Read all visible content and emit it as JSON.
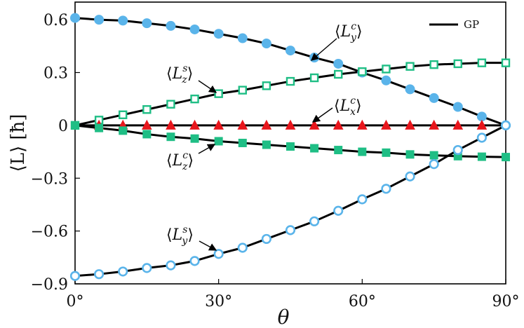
{
  "chart_data": {
    "type": "line",
    "title": "",
    "xlabel": "θ",
    "ylabel": "⟨L⟩ [ħ]",
    "xlim": [
      0,
      90
    ],
    "ylim": [
      -0.9,
      0.7
    ],
    "x_ticks": [
      0,
      30,
      60,
      90
    ],
    "x_tick_labels": [
      "0°",
      "30°",
      "60°",
      "90°"
    ],
    "y_ticks": [
      0.6,
      0.3,
      0,
      -0.3,
      -0.6,
      -0.9
    ],
    "y_tick_labels": [
      "0.6",
      "0.3",
      "0",
      "−0.3",
      "−0.6",
      "−0.9"
    ],
    "grid": false,
    "legend": {
      "position": "top-right",
      "entries": [
        {
          "label": "GP",
          "style": "solid-line",
          "color": "#000000"
        }
      ]
    },
    "series": [
      {
        "marker": "filled-circle",
        "color": "#5ab4ea",
        "x": [
          0,
          5,
          10,
          15,
          20,
          25,
          30,
          35,
          40,
          45,
          50,
          55,
          60,
          65,
          70,
          75,
          80,
          85,
          90
        ],
        "y": [
          0.61,
          0.6,
          0.595,
          0.58,
          0.565,
          0.545,
          0.52,
          0.495,
          0.465,
          0.425,
          0.385,
          0.35,
          0.3,
          0.255,
          0.205,
          0.155,
          0.105,
          0.05,
          0.0
        ]
      },
      {
        "marker": "open-square",
        "color": "#1fbe85",
        "x": [
          0,
          5,
          10,
          15,
          20,
          25,
          30,
          35,
          40,
          45,
          50,
          55,
          60,
          65,
          70,
          75,
          80,
          85,
          90
        ],
        "y": [
          0.0,
          0.03,
          0.06,
          0.09,
          0.12,
          0.15,
          0.18,
          0.2,
          0.225,
          0.25,
          0.27,
          0.29,
          0.305,
          0.32,
          0.335,
          0.345,
          0.35,
          0.355,
          0.355
        ]
      },
      {
        "marker": "filled-triangle",
        "color": "#e8161c",
        "x": [
          5,
          10,
          15,
          20,
          25,
          30,
          35,
          40,
          45,
          50,
          55,
          60,
          65,
          70,
          75,
          80,
          85
        ],
        "y": [
          0,
          0,
          0,
          0,
          0,
          0,
          0,
          0,
          0,
          0,
          0,
          0,
          0,
          0,
          0,
          0,
          0
        ]
      },
      {
        "marker": "filled-square",
        "color": "#1fbe85",
        "x": [
          0,
          5,
          10,
          15,
          20,
          25,
          30,
          35,
          40,
          45,
          50,
          55,
          60,
          65,
          70,
          75,
          80,
          85,
          90
        ],
        "y": [
          0.0,
          -0.015,
          -0.03,
          -0.05,
          -0.065,
          -0.075,
          -0.09,
          -0.1,
          -0.11,
          -0.12,
          -0.13,
          -0.14,
          -0.15,
          -0.155,
          -0.165,
          -0.17,
          -0.175,
          -0.178,
          -0.18
        ]
      },
      {
        "marker": "open-circle",
        "color": "#5ab4ea",
        "x": [
          0,
          5,
          10,
          15,
          20,
          25,
          30,
          35,
          40,
          45,
          50,
          55,
          60,
          65,
          70,
          75,
          80,
          85,
          90
        ],
        "y": [
          -0.855,
          -0.845,
          -0.83,
          -0.81,
          -0.795,
          -0.77,
          -0.73,
          -0.695,
          -0.645,
          -0.595,
          -0.545,
          -0.485,
          -0.42,
          -0.36,
          -0.29,
          -0.22,
          -0.14,
          -0.07,
          0.0
        ]
      }
    ],
    "annotations": [
      {
        "base": "L",
        "sup": "c",
        "sub": "y",
        "color": "#000000"
      },
      {
        "base": "L",
        "sup": "s",
        "sub": "z",
        "color": "#000000"
      },
      {
        "base": "L",
        "sup": "c",
        "sub": "x",
        "color": "#000000"
      },
      {
        "base": "L",
        "sup": "c",
        "sub": "z",
        "color": "#000000"
      },
      {
        "base": "L",
        "sup": "s",
        "sub": "y",
        "color": "#000000"
      }
    ]
  }
}
